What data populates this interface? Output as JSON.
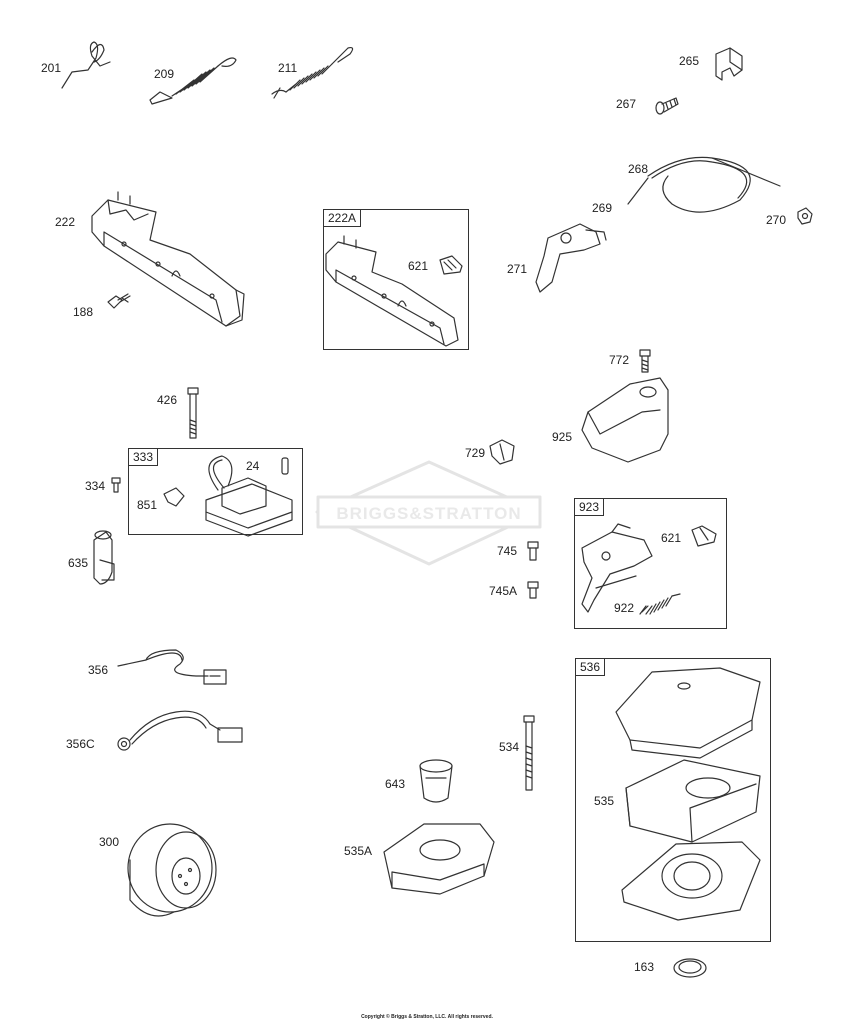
{
  "watermark": "BRIGGS&STRATTON",
  "copyright": "Copyright © Briggs & Stratton, LLC. All rights reserved.",
  "parts": {
    "p201": "201",
    "p209": "209",
    "p211": "211",
    "p265": "265",
    "p267": "267",
    "p268": "268",
    "p269": "269",
    "p270": "270",
    "p271": "271",
    "p222": "222",
    "p188": "188",
    "p621a": "621",
    "p772": "772",
    "p925": "925",
    "p729": "729",
    "p426": "426",
    "p24": "24",
    "p334": "334",
    "p851": "851",
    "p635": "635",
    "p745": "745",
    "p745A": "745A",
    "p621b": "621",
    "p922": "922",
    "p356": "356",
    "p356C": "356C",
    "p534": "534",
    "p643": "643",
    "p535": "535",
    "p300": "300",
    "p535A": "535A",
    "p163": "163"
  },
  "boxes": {
    "b222A": "222A",
    "b333": "333",
    "b923": "923",
    "b536": "536"
  }
}
